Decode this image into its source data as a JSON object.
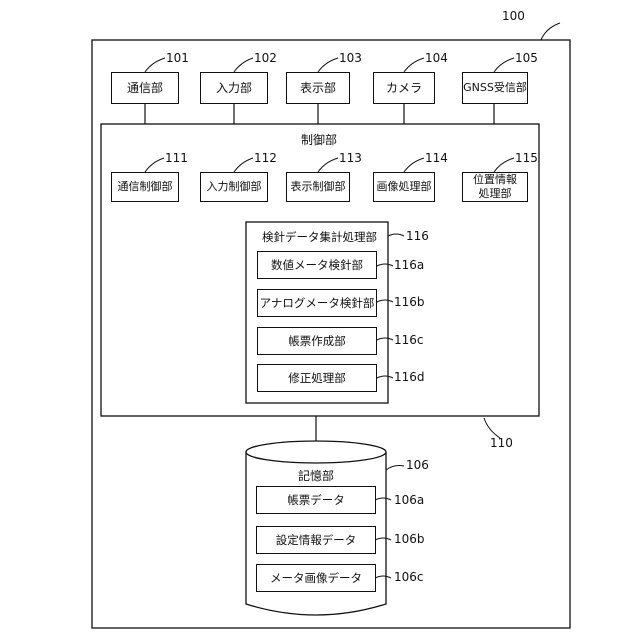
{
  "device": {
    "ref": "100"
  },
  "top_units": [
    {
      "label": "通信部",
      "ref": "101"
    },
    {
      "label": "入力部",
      "ref": "102"
    },
    {
      "label": "表示部",
      "ref": "103"
    },
    {
      "label": "カメラ",
      "ref": "104"
    },
    {
      "label": "GNSS受信部",
      "ref": "105"
    }
  ],
  "control": {
    "title": "制御部",
    "ref": "110",
    "modules": [
      {
        "label": "通信制御部",
        "ref": "111"
      },
      {
        "label": "入力制御部",
        "ref": "112"
      },
      {
        "label": "表示制御部",
        "ref": "113"
      },
      {
        "label": "画像処理部",
        "ref": "114"
      },
      {
        "label": "位置情報処理部",
        "label_line1": "位置情報",
        "label_line2": "処理部",
        "ref": "115"
      }
    ],
    "aggregation": {
      "title": "検針データ集計処理部",
      "ref": "116",
      "items": [
        {
          "label": "数値メータ検針部",
          "ref": "116a"
        },
        {
          "label": "アナログメータ検針部",
          "ref": "116b"
        },
        {
          "label": "帳票作成部",
          "ref": "116c"
        },
        {
          "label": "修正処理部",
          "ref": "116d"
        }
      ]
    }
  },
  "storage": {
    "title": "記憶部",
    "ref": "106",
    "items": [
      {
        "label": "帳票データ",
        "ref": "106a"
      },
      {
        "label": "設定情報データ",
        "ref": "106b"
      },
      {
        "label": "メータ画像データ",
        "ref": "106c"
      }
    ]
  }
}
